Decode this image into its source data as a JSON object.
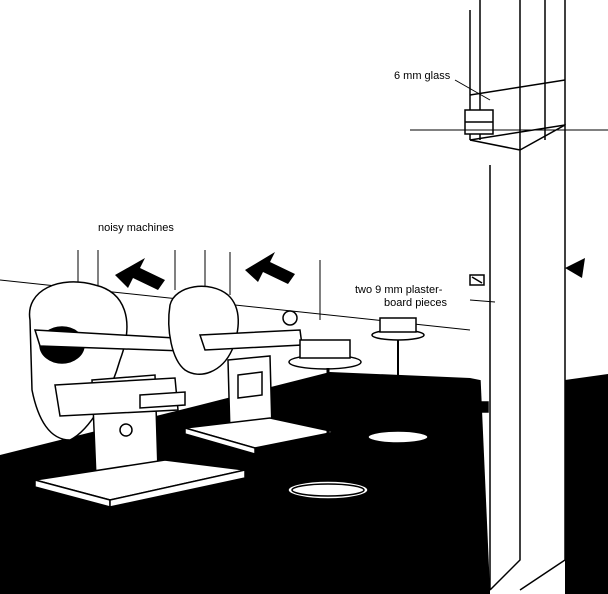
{
  "labels": {
    "noisy_machines": "noisy machines",
    "glass": "6 mm glass",
    "plasterboard_line1": "two 9 mm plaster-",
    "plasterboard_line2": "board pieces"
  },
  "colors": {
    "ink": "#000000",
    "paper": "#ffffff"
  }
}
